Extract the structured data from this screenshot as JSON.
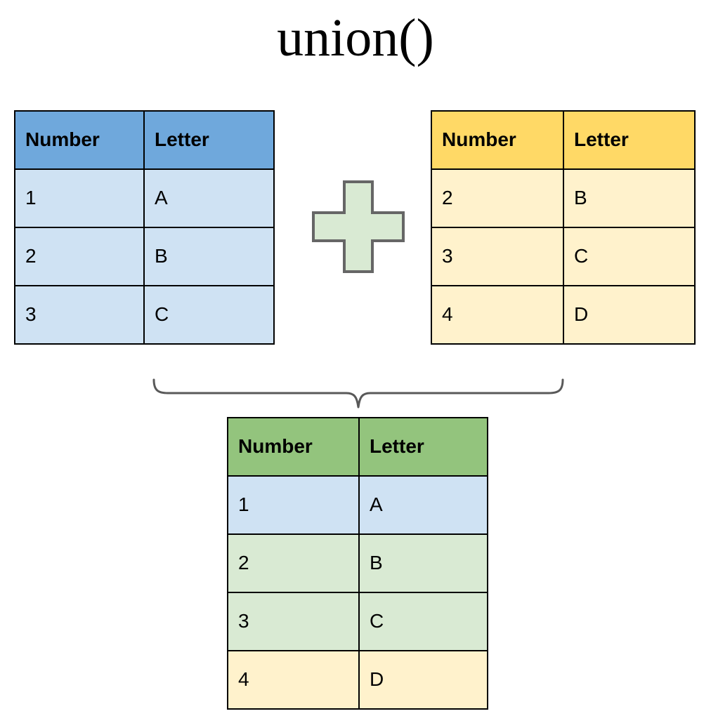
{
  "title": "union()",
  "diagram": {
    "type": "set-operation-diagram",
    "operation": "union()",
    "operator_symbol": "+",
    "connector": "curly-brace-down"
  },
  "colors": {
    "left_header": "#6FA8DC",
    "left_body": "#CFE2F3",
    "right_header": "#FFD966",
    "right_body": "#FFF2CC",
    "result_header": "#93C47D",
    "result_body_green": "#D9EAD3",
    "plus_fill": "#D9EAD3",
    "plus_stroke": "#666666",
    "brace_stroke": "#595959",
    "border": "#000000"
  },
  "tables": {
    "left": {
      "name": "left-input-table",
      "columns": [
        "Number",
        "Letter"
      ],
      "rows": [
        [
          "1",
          "A"
        ],
        [
          "2",
          "B"
        ],
        [
          "3",
          "C"
        ]
      ]
    },
    "right": {
      "name": "right-input-table",
      "columns": [
        "Number",
        "Letter"
      ],
      "rows": [
        [
          "2",
          "B"
        ],
        [
          "3",
          "C"
        ],
        [
          "4",
          "D"
        ]
      ]
    },
    "result": {
      "name": "result-table",
      "columns": [
        "Number",
        "Letter"
      ],
      "rows": [
        {
          "cells": [
            "1",
            "A"
          ],
          "source": "left"
        },
        {
          "cells": [
            "2",
            "B"
          ],
          "source": "both"
        },
        {
          "cells": [
            "3",
            "C"
          ],
          "source": "both"
        },
        {
          "cells": [
            "4",
            "D"
          ],
          "source": "right"
        }
      ]
    }
  }
}
